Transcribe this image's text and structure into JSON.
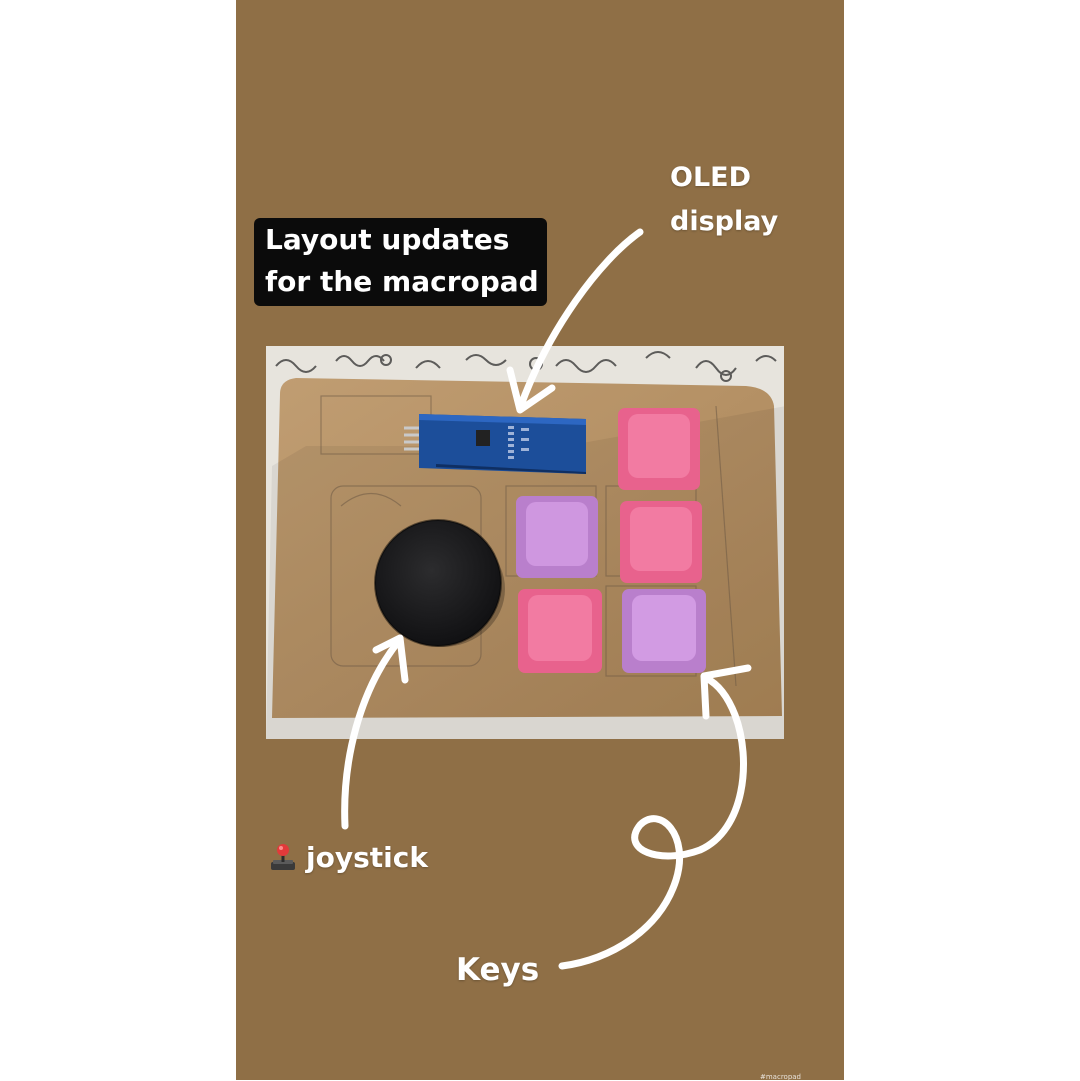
{
  "story": {
    "background_color": "#8f6f46",
    "title_lines": [
      "Layout updates",
      "for the macropad"
    ]
  },
  "labels": {
    "oled": [
      "OLED",
      "display"
    ],
    "joystick": "joystick",
    "joystick_emoji": "joystick-emoji-icon",
    "keys": "Keys"
  },
  "photo": {
    "keycap_colors": {
      "pink": "#ef6f98",
      "lavender": "#c58ad8"
    },
    "board_color": "#b8956b",
    "oled_module_color": "#1c4e9a",
    "joystick_cap_color": "#1c1c1e"
  },
  "footer": {
    "credit": "#macropad"
  }
}
